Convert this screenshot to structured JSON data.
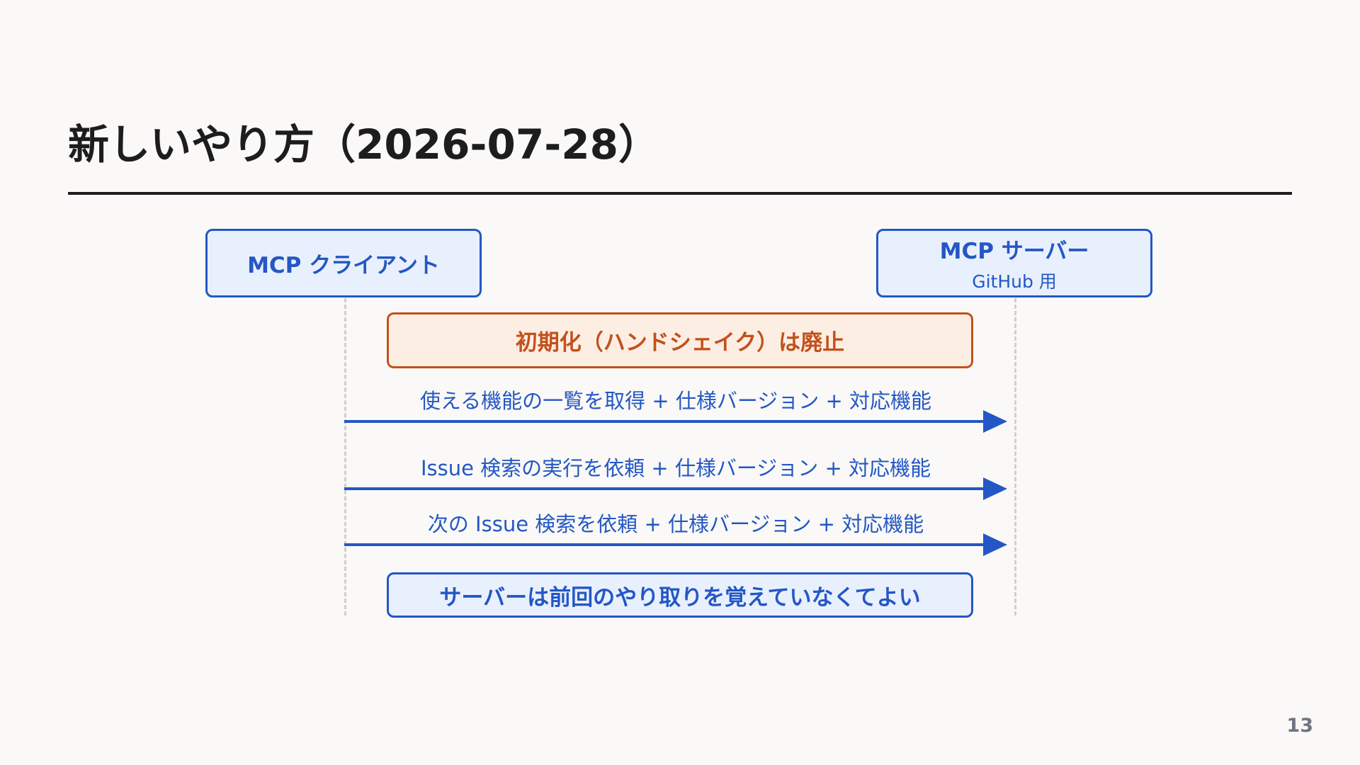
{
  "slide": {
    "title": "新しいやり方（2026-07-28）",
    "page_number": "13"
  },
  "diagram": {
    "client": {
      "name": "MCP クライアント"
    },
    "server": {
      "name": "MCP サーバー",
      "subtitle": "GitHub 用"
    },
    "notes": {
      "deprecated": "初期化（ハンドシェイク）は廃止",
      "stateless": "サーバーは前回のやり取りを覚えていなくてよい"
    },
    "messages": [
      {
        "label": "使える機能の一覧を取得 + 仕様バージョン + 対応機能"
      },
      {
        "label": "Issue 検索の実行を依頼 + 仕様バージョン + 対応機能"
      },
      {
        "label": "次の Issue 検索を依頼 + 仕様バージョン + 対応機能"
      }
    ]
  },
  "colors": {
    "accent_blue": "#2457c5",
    "accent_blue_fill": "#e9f0fd",
    "warning_orange": "#c2511c",
    "warning_orange_fill": "#fdeee4",
    "title_text": "#1d1d1f",
    "background": "#faf9f7"
  }
}
